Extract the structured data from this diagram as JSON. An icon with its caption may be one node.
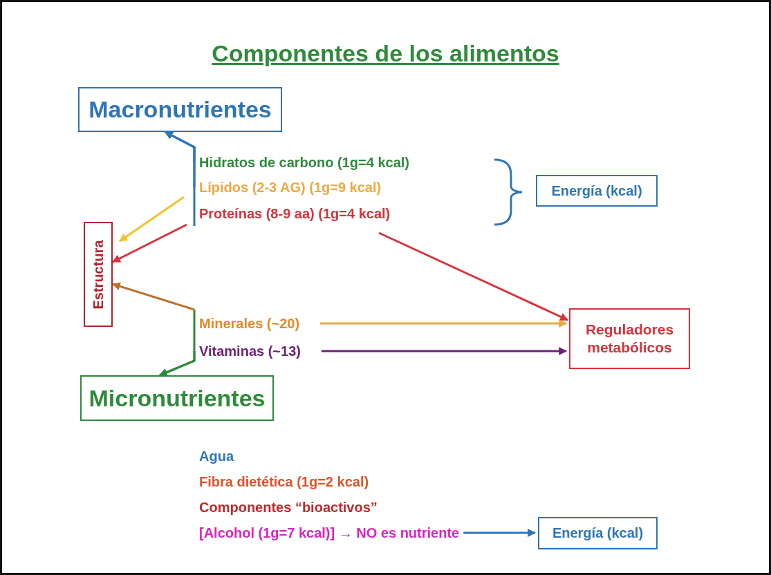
{
  "diagram": {
    "title": "Componentes de los alimentos",
    "nodes": [
      {
        "text": [
          "Macronutrientes"
        ]
      },
      {
        "text": [
          "Hidratos de carbono (1g=4 kcal)"
        ]
      },
      {
        "text": [
          "Lípidos (2-3 AG) (1g=9 kcal)"
        ]
      },
      {
        "text": [
          "Proteínas (8-9 aa) (1g=4 kcal)"
        ]
      },
      {
        "text": [
          "Energía (kcal)"
        ]
      },
      {
        "text": [
          "Estructura"
        ]
      },
      {
        "text": [
          "Minerales (~20)"
        ]
      },
      {
        "text": [
          "Vitaminas (~13)"
        ]
      },
      {
        "text": [
          "Reguladores metabólicos"
        ]
      },
      {
        "text": [
          "Micronutrientes"
        ]
      },
      {
        "text": [
          "[Alcohol (1g=7 kcal)] → NO es nutriente"
        ]
      },
      {
        "text": [
          "Energía (kcal)"
        ]
      }
    ],
    "edges": [
      {
        "from": 1,
        "to": 0,
        "arrow": "to",
        "color": "#2e75b6"
      },
      {
        "from": 2,
        "to": 0,
        "arrow": "to",
        "color": "#2e75b6"
      },
      {
        "from": 3,
        "to": 0,
        "arrow": "to",
        "color": "#2e75b6"
      },
      {
        "from": 2,
        "to": 5,
        "arrow": "to",
        "color": "#f2c12e"
      },
      {
        "from": 3,
        "to": 5,
        "arrow": "to",
        "color": "#d9323a"
      },
      {
        "from": 3,
        "to": 8,
        "arrow": "to",
        "color": "#d9323a"
      },
      {
        "from": 6,
        "to": 5,
        "arrow": "to",
        "color": "#b8732f"
      },
      {
        "from": 6,
        "to": 9,
        "arrow": "to",
        "color": "#2e8b3a"
      },
      {
        "from": 7,
        "to": 9,
        "arrow": "to",
        "color": "#2e8b3a"
      },
      {
        "from": 6,
        "to": 8,
        "arrow": "to",
        "color": "#f0a840"
      },
      {
        "from": 7,
        "to": 8,
        "arrow": "to",
        "color": "#70207a"
      },
      {
        "from": 10,
        "to": 11,
        "arrow": "to",
        "color": "#2e75b6"
      }
    ],
    "labels": [
      "Agua",
      "Fibra dietética (1g=2 kcal)",
      "Componentes “bioactivos”"
    ]
  }
}
